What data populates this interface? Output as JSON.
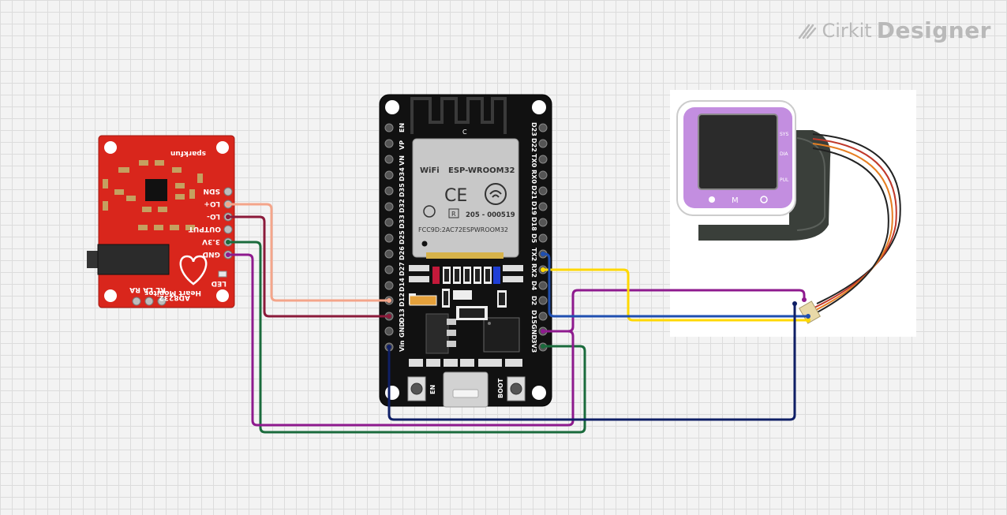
{
  "app": {
    "logo_text_1": "Cirkit",
    "logo_text_2": "Designer"
  },
  "ecg_board": {
    "brand": "sparkfun",
    "model": "AD8232",
    "subtitle": "Heart Monitor",
    "pins": [
      "SDN",
      "LO+",
      "LO-",
      "OUTPUT",
      "3.3V",
      "GND"
    ],
    "electrodes": [
      "RA",
      "LA",
      "RL"
    ],
    "led_label": "LED"
  },
  "esp32": {
    "module_name": "ESP-WROOM32",
    "wifi_label": "WiFi",
    "ce_mark": "CE",
    "cert_r": "R",
    "cert_code": "205 - 000519",
    "fcc": "FCC9D:2AC72ESPWROOM32",
    "antenna_mark": "C",
    "left_pins": [
      "EN",
      "VP",
      "VN",
      "D34",
      "D35",
      "D32",
      "D33",
      "D25",
      "D26",
      "D27",
      "D14",
      "D12",
      "D13",
      "GND",
      "Vin"
    ],
    "right_pins": [
      "D23",
      "D22",
      "TX0",
      "RX0",
      "D21",
      "D19",
      "D18",
      "D5",
      "TX2",
      "RX2",
      "D4",
      "D2",
      "D15",
      "GND",
      "3V3"
    ],
    "button_en": "EN",
    "button_boot": "BOOT"
  },
  "bp_monitor": {
    "labels": [
      "SYS",
      "DIA",
      "PUL"
    ],
    "buttons": [
      "M"
    ]
  },
  "wire_colors": {
    "lo_plus": "#f4a58a",
    "lo_minus": "#8b1a3a",
    "v33": "#1a6b3c",
    "gnd": "#8e1a8e",
    "yellow": "#ffd800",
    "blue": "#1f4fb0",
    "navy": "#0f1f66"
  }
}
